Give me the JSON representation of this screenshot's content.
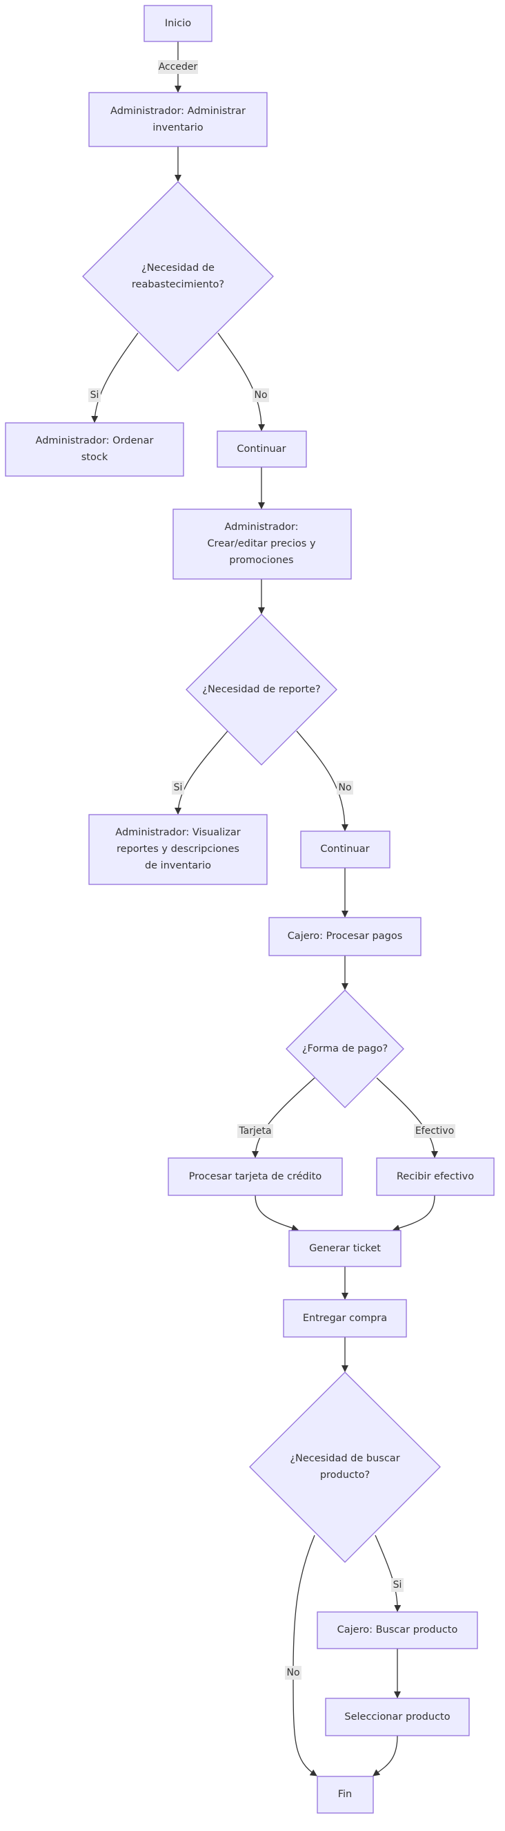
{
  "nodes": {
    "inicio": "Inicio",
    "admin_inventario": [
      "Administrador: Administrar",
      "inventario"
    ],
    "q_reabastecimiento": [
      "¿Necesidad de",
      "reabastecimiento?"
    ],
    "admin_ordenar": [
      "Administrador: Ordenar",
      "stock"
    ],
    "continuar_1": "Continuar",
    "admin_precios": [
      "Administrador:",
      "Crear/editar precios y",
      "promociones"
    ],
    "q_reporte": "¿Necesidad de reporte?",
    "admin_reportes": [
      "Administrador: Visualizar",
      "reportes y descripciones",
      "de inventario"
    ],
    "continuar_2": "Continuar",
    "cajero_pagos": "Cajero: Procesar pagos",
    "q_forma_pago": "¿Forma de pago?",
    "procesar_tarjeta": "Procesar tarjeta de crédito",
    "recibir_efectivo": "Recibir efectivo",
    "generar_ticket": "Generar ticket",
    "entregar_compra": "Entregar compra",
    "q_buscar_producto": [
      "¿Necesidad de buscar",
      "producto?"
    ],
    "cajero_buscar": "Cajero: Buscar producto",
    "seleccionar_producto": "Seleccionar producto",
    "fin": "Fin"
  },
  "edge_labels": {
    "acceder": "Acceder",
    "si_reabastecimiento": "Si",
    "no_reabastecimiento": "No",
    "si_reporte": "Si",
    "no_reporte": "No",
    "tarjeta": "Tarjeta",
    "efectivo": "Efectivo",
    "si_buscar": "Si",
    "no_buscar": "No"
  },
  "colors": {
    "node_fill": "#ececff",
    "node_stroke": "#9370db",
    "edge": "#333333",
    "label_background": "#e8e8e8",
    "text": "#333333"
  }
}
